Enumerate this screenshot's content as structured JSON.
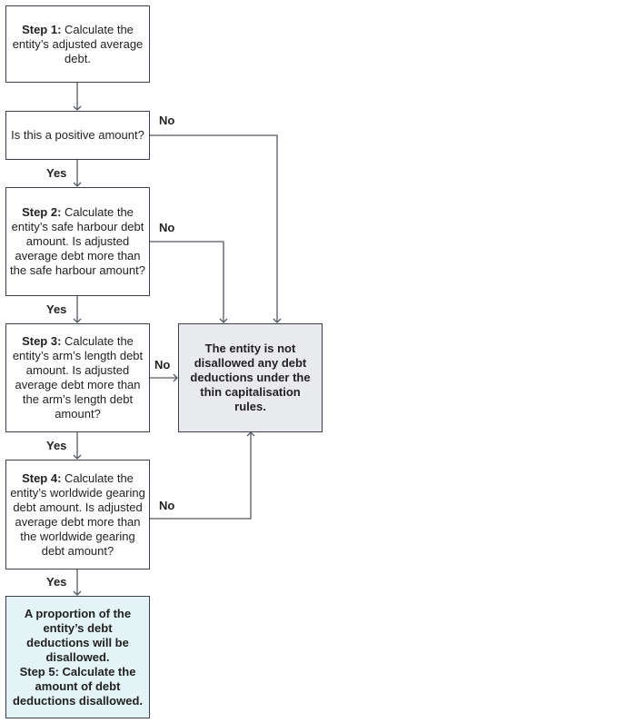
{
  "steps": {
    "step1": {
      "label": "Step 1:",
      "text": "Calculate the entity’s adjusted average debt."
    },
    "question_positive": {
      "text": "Is this a positive amount?"
    },
    "step2": {
      "label": "Step 2:",
      "text": "Calculate the entity’s safe harbour debt amount. Is adjusted average debt more than the safe harbour amount?"
    },
    "step3": {
      "label": "Step 3:",
      "text": "Calculate the entity’s arm’s length debt amount. Is adjusted average debt more than the arm’s length debt amount?"
    },
    "step4": {
      "label": "Step 4:",
      "text": "Calculate the entity’s worldwide gearing debt amount. Is adjusted average debt more than the worldwide gearing debt amount?"
    }
  },
  "outcomes": {
    "not_disallowed": "The entity is not disallowed any debt deductions under the thin capitalisation rules.",
    "disallowed_line1": "A proportion of the entity’s debt deductions will be disallowed.",
    "disallowed_line2": "Step 5: Calculate the amount of debt deductions disallowed."
  },
  "labels": {
    "yes": "Yes",
    "no": "No"
  },
  "colors": {
    "border": "#3a3f4b",
    "arrow": "#555a63",
    "outcome_grey": "#e9eaee",
    "outcome_blue": "#e3f3f6"
  }
}
